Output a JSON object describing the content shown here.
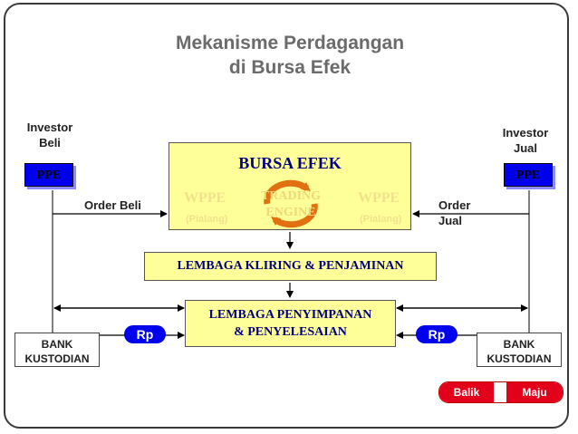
{
  "title": {
    "line1": "Mekanisme Perdagangan",
    "line2": "di Bursa Efek"
  },
  "investor_buy": {
    "line1": "Investor",
    "line2": "Beli",
    "ppe": "PPE"
  },
  "investor_sell": {
    "line1": "Investor",
    "line2": "Jual",
    "ppe": "PPE"
  },
  "order_buy": "Order Beli",
  "order_sell": {
    "line1": "Order",
    "line2": "Jual"
  },
  "bursa": {
    "title": "BURSA EFEK",
    "wppe_left": "WPPE",
    "pialang_left": "(Pialang)",
    "wppe_right": "WPPE",
    "pialang_right": "(Pialang)",
    "engine_line1": "TRADING",
    "engine_line2": "ENGINE"
  },
  "kliring": "LEMBAGA KLIRING & PENJAMINAN",
  "penyimpanan": {
    "line1": "LEMBAGA PENYIMPANAN",
    "line2": "& PENYELESAIAN"
  },
  "bank_left": {
    "line1": "BANK",
    "line2": "KUSTODIAN"
  },
  "bank_right": {
    "line1": "BANK",
    "line2": "KUSTODIAN"
  },
  "rp_left": "Rp",
  "rp_right": "Rp",
  "nav": {
    "back": "Balik",
    "next": "Maju"
  },
  "colors": {
    "ppe": "#0000ee",
    "yellow": "#ffff99",
    "arrow": "#e07010",
    "nav": "#e3001b"
  }
}
